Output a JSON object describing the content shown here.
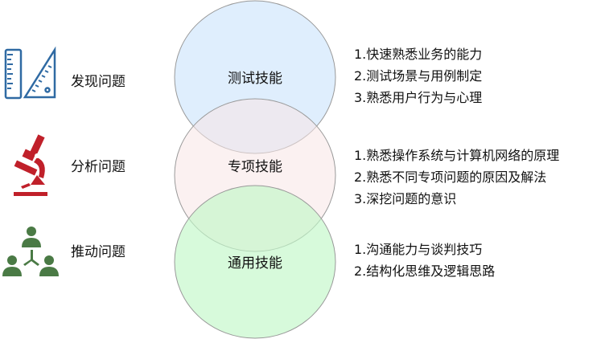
{
  "rows": [
    {
      "icon": "ruler-triangle-icon",
      "label": "发现问题",
      "skill": "测试技能",
      "color": "#2f6aa3",
      "fill": "#dcecfd",
      "items": [
        "1.快速熟悉业务的能力",
        "2.测试场景与用例制定",
        "3.熟悉用户行为与心理"
      ]
    },
    {
      "icon": "microscope-icon",
      "label": "分析问题",
      "skill": "专项技能",
      "color": "#c0202a",
      "fill": "#fbf0f0",
      "items": [
        "1.熟悉操作系统与计算机网络的原理",
        "2.熟悉不同专项问题的原因及解法",
        "3.深挖问题的意识"
      ]
    },
    {
      "icon": "team-network-icon",
      "label": "推动问题",
      "skill": "通用技能",
      "color": "#4a7a45",
      "fill": "#d4fbd8",
      "items": [
        "1.沟通能力与谈判技巧",
        "2.结构化思维及逻辑思路"
      ]
    }
  ]
}
